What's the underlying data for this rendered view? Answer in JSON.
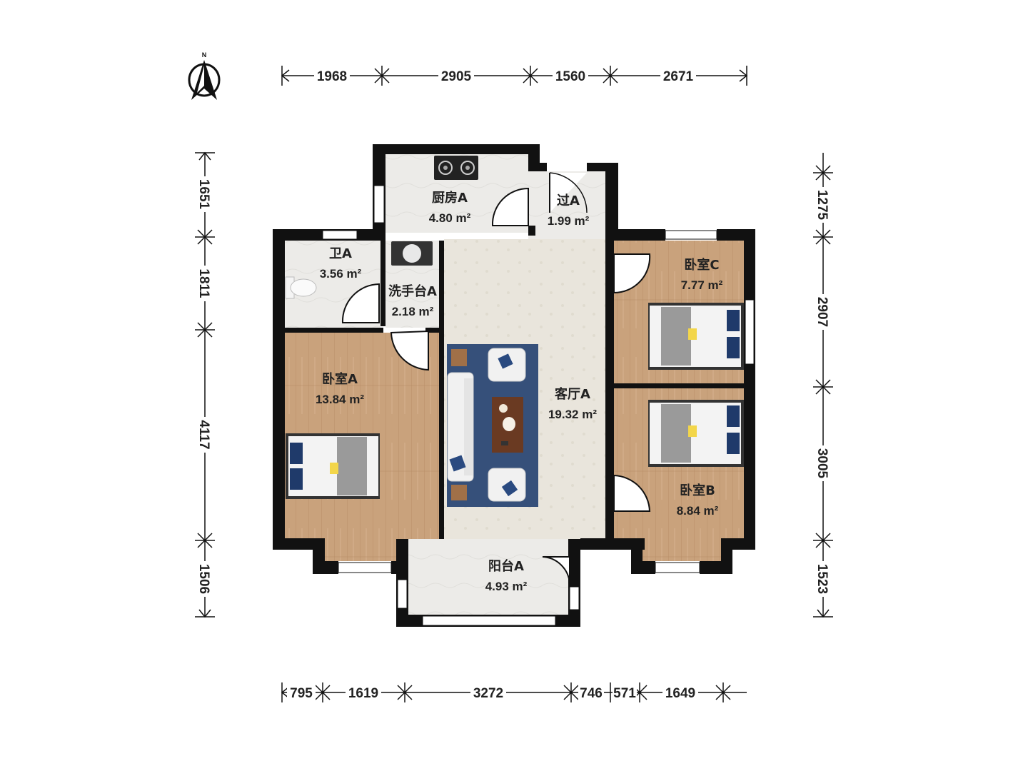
{
  "compass": {
    "north_label": "N"
  },
  "dimensions": {
    "top": [
      "1968",
      "2905",
      "1560",
      "2671"
    ],
    "bottom": [
      "795",
      "1619",
      "3272",
      "746",
      "571",
      "1649"
    ],
    "left": [
      "1651",
      "1811",
      "4117",
      "1506"
    ],
    "right": [
      "1275",
      "2907",
      "3005",
      "1523"
    ]
  },
  "rooms": {
    "kitchen": {
      "name": "厨房A",
      "area": "4.80 m²"
    },
    "hall": {
      "name": "过A",
      "area": "1.99 m²"
    },
    "bath": {
      "name": "卫A",
      "area": "3.56 m²"
    },
    "washbasin": {
      "name": "洗手台A",
      "area": "2.18 m²"
    },
    "bedroom_a": {
      "name": "卧室A",
      "area": "13.84 m²"
    },
    "living": {
      "name": "客厅A",
      "area": "19.32 m²"
    },
    "bedroom_c": {
      "name": "卧室C",
      "area": "7.77 m²"
    },
    "bedroom_b": {
      "name": "卧室B",
      "area": "8.84 m²"
    },
    "balcony": {
      "name": "阳台A",
      "area": "4.93 m²"
    }
  },
  "colors": {
    "wall": "#111111",
    "wood_floor": "#c9a27c",
    "tile_floor": "#ecebe8",
    "living_floor": "#e9e5dc",
    "rug": "#36507a",
    "dim_line": "#111111"
  }
}
